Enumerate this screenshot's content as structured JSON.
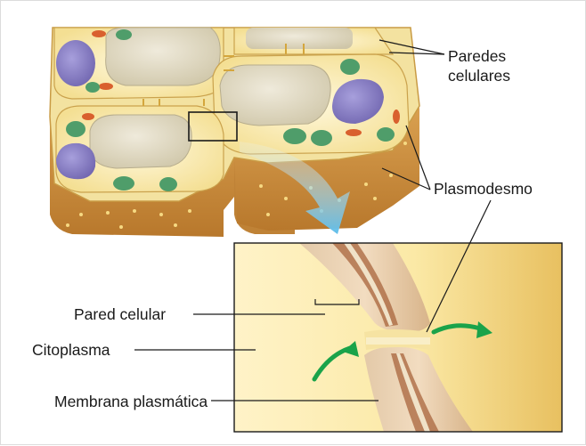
{
  "labels": {
    "paredes_celulares": [
      "Paredes",
      "celulares"
    ],
    "plasmodesmo": "Plasmodesmo",
    "pared_celular": "Pared celular",
    "citoplasma": "Citoplasma",
    "membrana_plasmatica": "Membrana plasmática"
  },
  "colors": {
    "cell_wall_top": "#f3e2a0",
    "cell_wall_side": "#c98a3a",
    "cytoplasm": "#fbf1c4",
    "vacuole": "#e3dcc6",
    "nucleus": "#8f85c9",
    "chloroplast": "#4f9d6a",
    "mitochondria": "#d9602e",
    "callout_arrow": "#74c8ef",
    "flow_arrow": "#1aa34a",
    "zoom_border": "#1a1a1a"
  }
}
